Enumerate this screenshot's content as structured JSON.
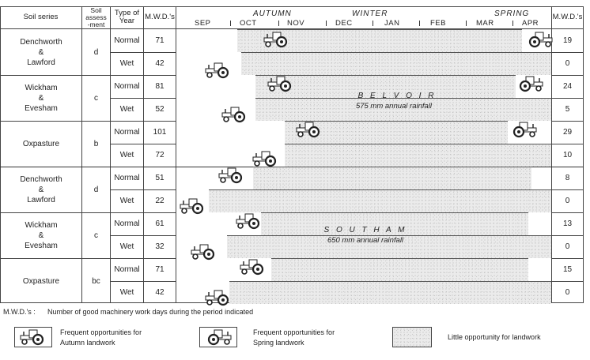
{
  "header": {
    "soil_series": "Soil series",
    "soil_assessment": "Soil assess -ment",
    "type_of_year": "Type of Year",
    "mwd_left": "M.W.D.'s",
    "mwd_right": "M.W.D.'s",
    "seasons": [
      "AUTUMN",
      "WINTER",
      "SPRING"
    ],
    "months": [
      "SEP",
      "OCT",
      "NOV",
      "DEC",
      "JAN",
      "FEB",
      "MAR",
      "APR"
    ]
  },
  "sites": [
    {
      "name": "B E L V O I R",
      "rainfall": "575 mm annual rainfall"
    },
    {
      "name": "S O U T H A M",
      "rainfall": "650 mm annual rainfall"
    }
  ],
  "rows": [
    {
      "soil_series": "Denchworth & Lawford",
      "assessment": "d",
      "year": "Normal",
      "mwd_autumn": "71",
      "mwd_spring": "19"
    },
    {
      "soil_series": "",
      "assessment": "",
      "year": "Wet",
      "mwd_autumn": "42",
      "mwd_spring": "0"
    },
    {
      "soil_series": "Wickham & Evesham",
      "assessment": "c",
      "year": "Normal",
      "mwd_autumn": "81",
      "mwd_spring": "24"
    },
    {
      "soil_series": "",
      "assessment": "",
      "year": "Wet",
      "mwd_autumn": "52",
      "mwd_spring": "5"
    },
    {
      "soil_series": "Oxpasture",
      "assessment": "b",
      "year": "Normal",
      "mwd_autumn": "101",
      "mwd_spring": "29"
    },
    {
      "soil_series": "",
      "assessment": "",
      "year": "Wet",
      "mwd_autumn": "72",
      "mwd_spring": "10"
    },
    {
      "soil_series": "Denchworth & Lawford",
      "assessment": "d",
      "year": "Normal",
      "mwd_autumn": "51",
      "mwd_spring": "8"
    },
    {
      "soil_series": "",
      "assessment": "",
      "year": "Wet",
      "mwd_autumn": "22",
      "mwd_spring": "0"
    },
    {
      "soil_series": "Wickham & Evesham",
      "assessment": "c",
      "year": "Normal",
      "mwd_autumn": "61",
      "mwd_spring": "13"
    },
    {
      "soil_series": "",
      "assessment": "",
      "year": "Wet",
      "mwd_autumn": "32",
      "mwd_spring": "0"
    },
    {
      "soil_series": "Oxpasture",
      "assessment": "bc",
      "year": "Normal",
      "mwd_autumn": "71",
      "mwd_spring": "15"
    },
    {
      "soil_series": "",
      "assessment": "",
      "year": "Wet",
      "mwd_autumn": "42",
      "mwd_spring": "0"
    }
  ],
  "footnote": {
    "abbr": "M.W.D.'s :",
    "text": "Number of good machinery work days during the period indicated"
  },
  "legend": {
    "autumn": "Frequent opportunities for Autumn landwork",
    "spring": "Frequent opportunities for Spring landwork",
    "little": "Little opportunity for landwork"
  }
}
